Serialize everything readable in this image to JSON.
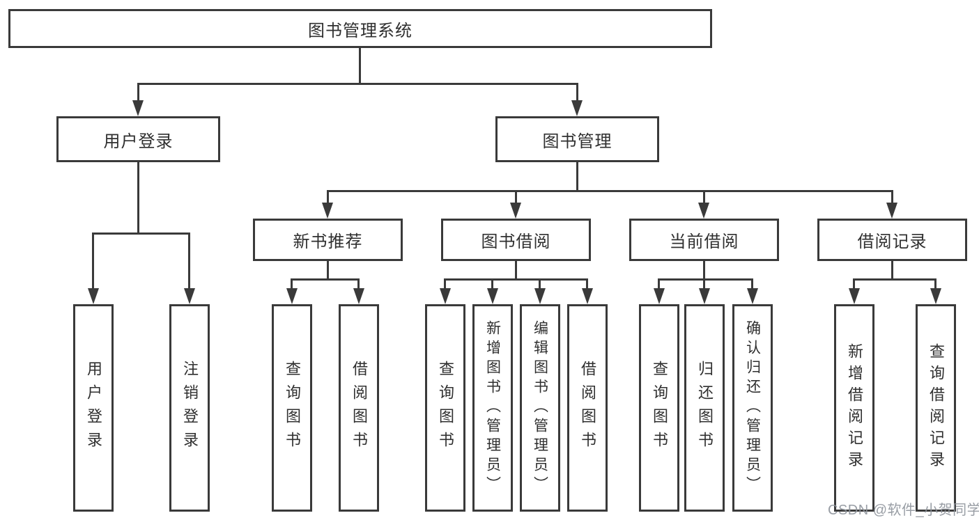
{
  "watermark": "CSDN @软件_小贺同学",
  "colors": {
    "line": "#3a3a3a",
    "text": "#2f2f2f",
    "background": "#ffffff",
    "watermark": "#8d939b"
  },
  "tree": {
    "label": "图书管理系统",
    "children": [
      {
        "label": "用户登录",
        "children": [
          {
            "label": "用户登录"
          },
          {
            "label": "注销登录"
          }
        ]
      },
      {
        "label": "图书管理",
        "children": [
          {
            "label": "新书推荐",
            "children": [
              {
                "label": "查询图书"
              },
              {
                "label": "借阅图书"
              }
            ]
          },
          {
            "label": "图书借阅",
            "children": [
              {
                "label": "查询图书"
              },
              {
                "label": "新增图书（管理员）"
              },
              {
                "label": "编辑图书（管理员）"
              },
              {
                "label": "借阅图书"
              }
            ]
          },
          {
            "label": "当前借阅",
            "children": [
              {
                "label": "查询图书"
              },
              {
                "label": "归还图书"
              },
              {
                "label": "确认归还（管理员）"
              }
            ]
          },
          {
            "label": "借阅记录",
            "children": [
              {
                "label": "新增借阅记录"
              },
              {
                "label": "查询借阅记录"
              }
            ]
          }
        ]
      }
    ]
  }
}
